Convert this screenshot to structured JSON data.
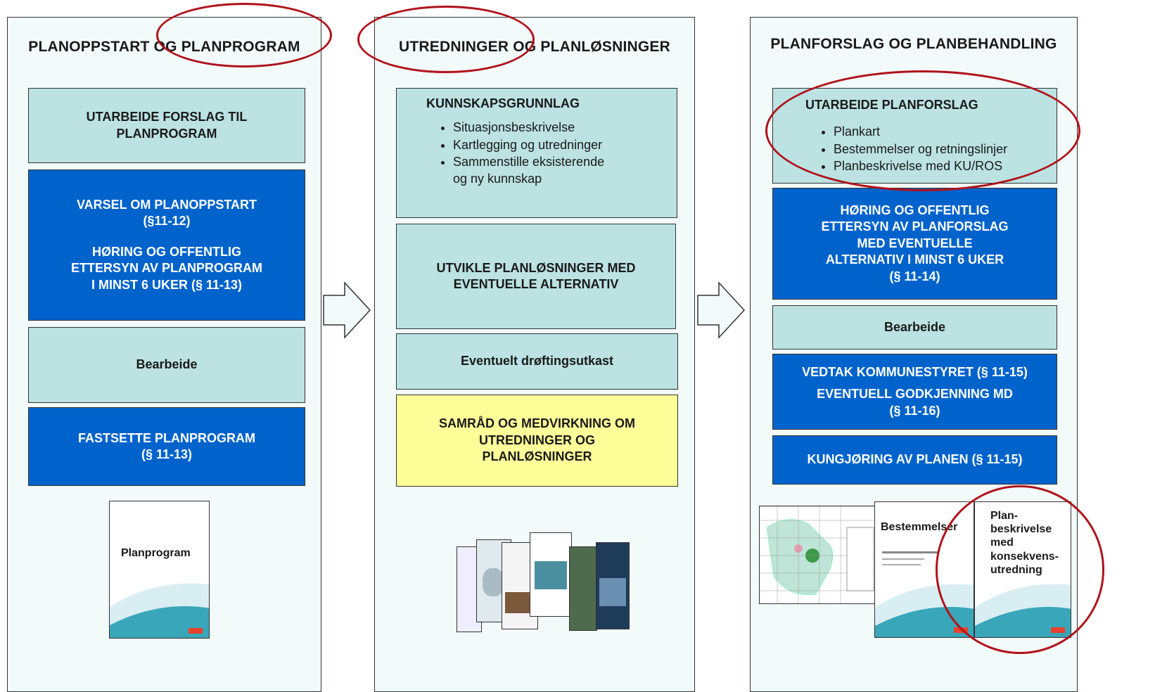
{
  "columns": [
    {
      "title": "PLANOPPSTART OG PLANPROGRAM",
      "boxes": [
        {
          "text": "UTARBEIDE FORSLAG TIL\nPLANPROGRAM",
          "style": "light"
        },
        {
          "line1": "VARSEL OM PLANOPPSTART",
          "line2": "(§11-12)",
          "line3": "HØRING OG OFFENTLIG",
          "line4": "ETTERSYN AV PLANPROGRAM",
          "line5": "I MINST 6 UKER (§ 11-13)",
          "style": "blue"
        },
        {
          "text": "Bearbeide",
          "style": "light"
        },
        {
          "line1": "FASTSETTE PLANPROGRAM",
          "line2": "(§ 11-13)",
          "style": "blue"
        }
      ],
      "doc_label": "Planprogram"
    },
    {
      "title": "UTREDNINGER OG PLANLØSNINGER",
      "boxes": [
        {
          "heading": "KUNNSKAPSGRUNNLAG",
          "bullets": [
            "Situasjonsbeskrivelse",
            "Kartlegging og utredninger",
            "Sammenstille eksisterende og ny kunnskap"
          ],
          "style": "light"
        },
        {
          "line1": "UTVIKLE PLANLØSNINGER MED",
          "line2": "EVENTUELLE ALTERNATIV",
          "style": "light"
        },
        {
          "text": "Eventuelt drøftingsutkast",
          "style": "light"
        },
        {
          "line1": "SAMRÅD OG MEDVIRKNING OM",
          "line2": "UTREDNINGER OG",
          "line3": "PLANLØSNINGER",
          "style": "yellow"
        }
      ]
    },
    {
      "title": "PLANFORSLAG OG PLANBEHANDLING",
      "boxes": [
        {
          "heading": "UTARBEIDE PLANFORSLAG",
          "bullets": [
            "Plankart",
            "Bestemmelser og retningslinjer",
            "Planbeskrivelse med KU/ROS"
          ],
          "style": "light"
        },
        {
          "line1": "HØRING OG OFFENTLIG",
          "line2": "ETTERSYN AV PLANFORSLAG",
          "line3": "MED EVENTUELLE",
          "line4": "ALTERNATIV I MINST 6 UKER",
          "line5": "(§ 11-14)",
          "style": "blue"
        },
        {
          "text": "Bearbeide",
          "style": "light"
        },
        {
          "line1": "VEDTAK KOMMUNESTYRET (§ 11-15)",
          "line2": "EVENTUELL GODKJENNING MD",
          "line3": "(§ 11-16)",
          "style": "blue"
        },
        {
          "text": "KUNGJØRING AV PLANEN (§ 11-15)",
          "style": "blue"
        }
      ],
      "doc1_label": "Bestemmelser",
      "doc2_label_lines": [
        "Plan-",
        "beskrivelse",
        "med",
        "konsekvens-",
        "utredning"
      ]
    }
  ],
  "colors": {
    "light": "#bce2e2",
    "blue": "#0063cc",
    "yellow": "#ffff99",
    "highlight": "#b0121b"
  }
}
